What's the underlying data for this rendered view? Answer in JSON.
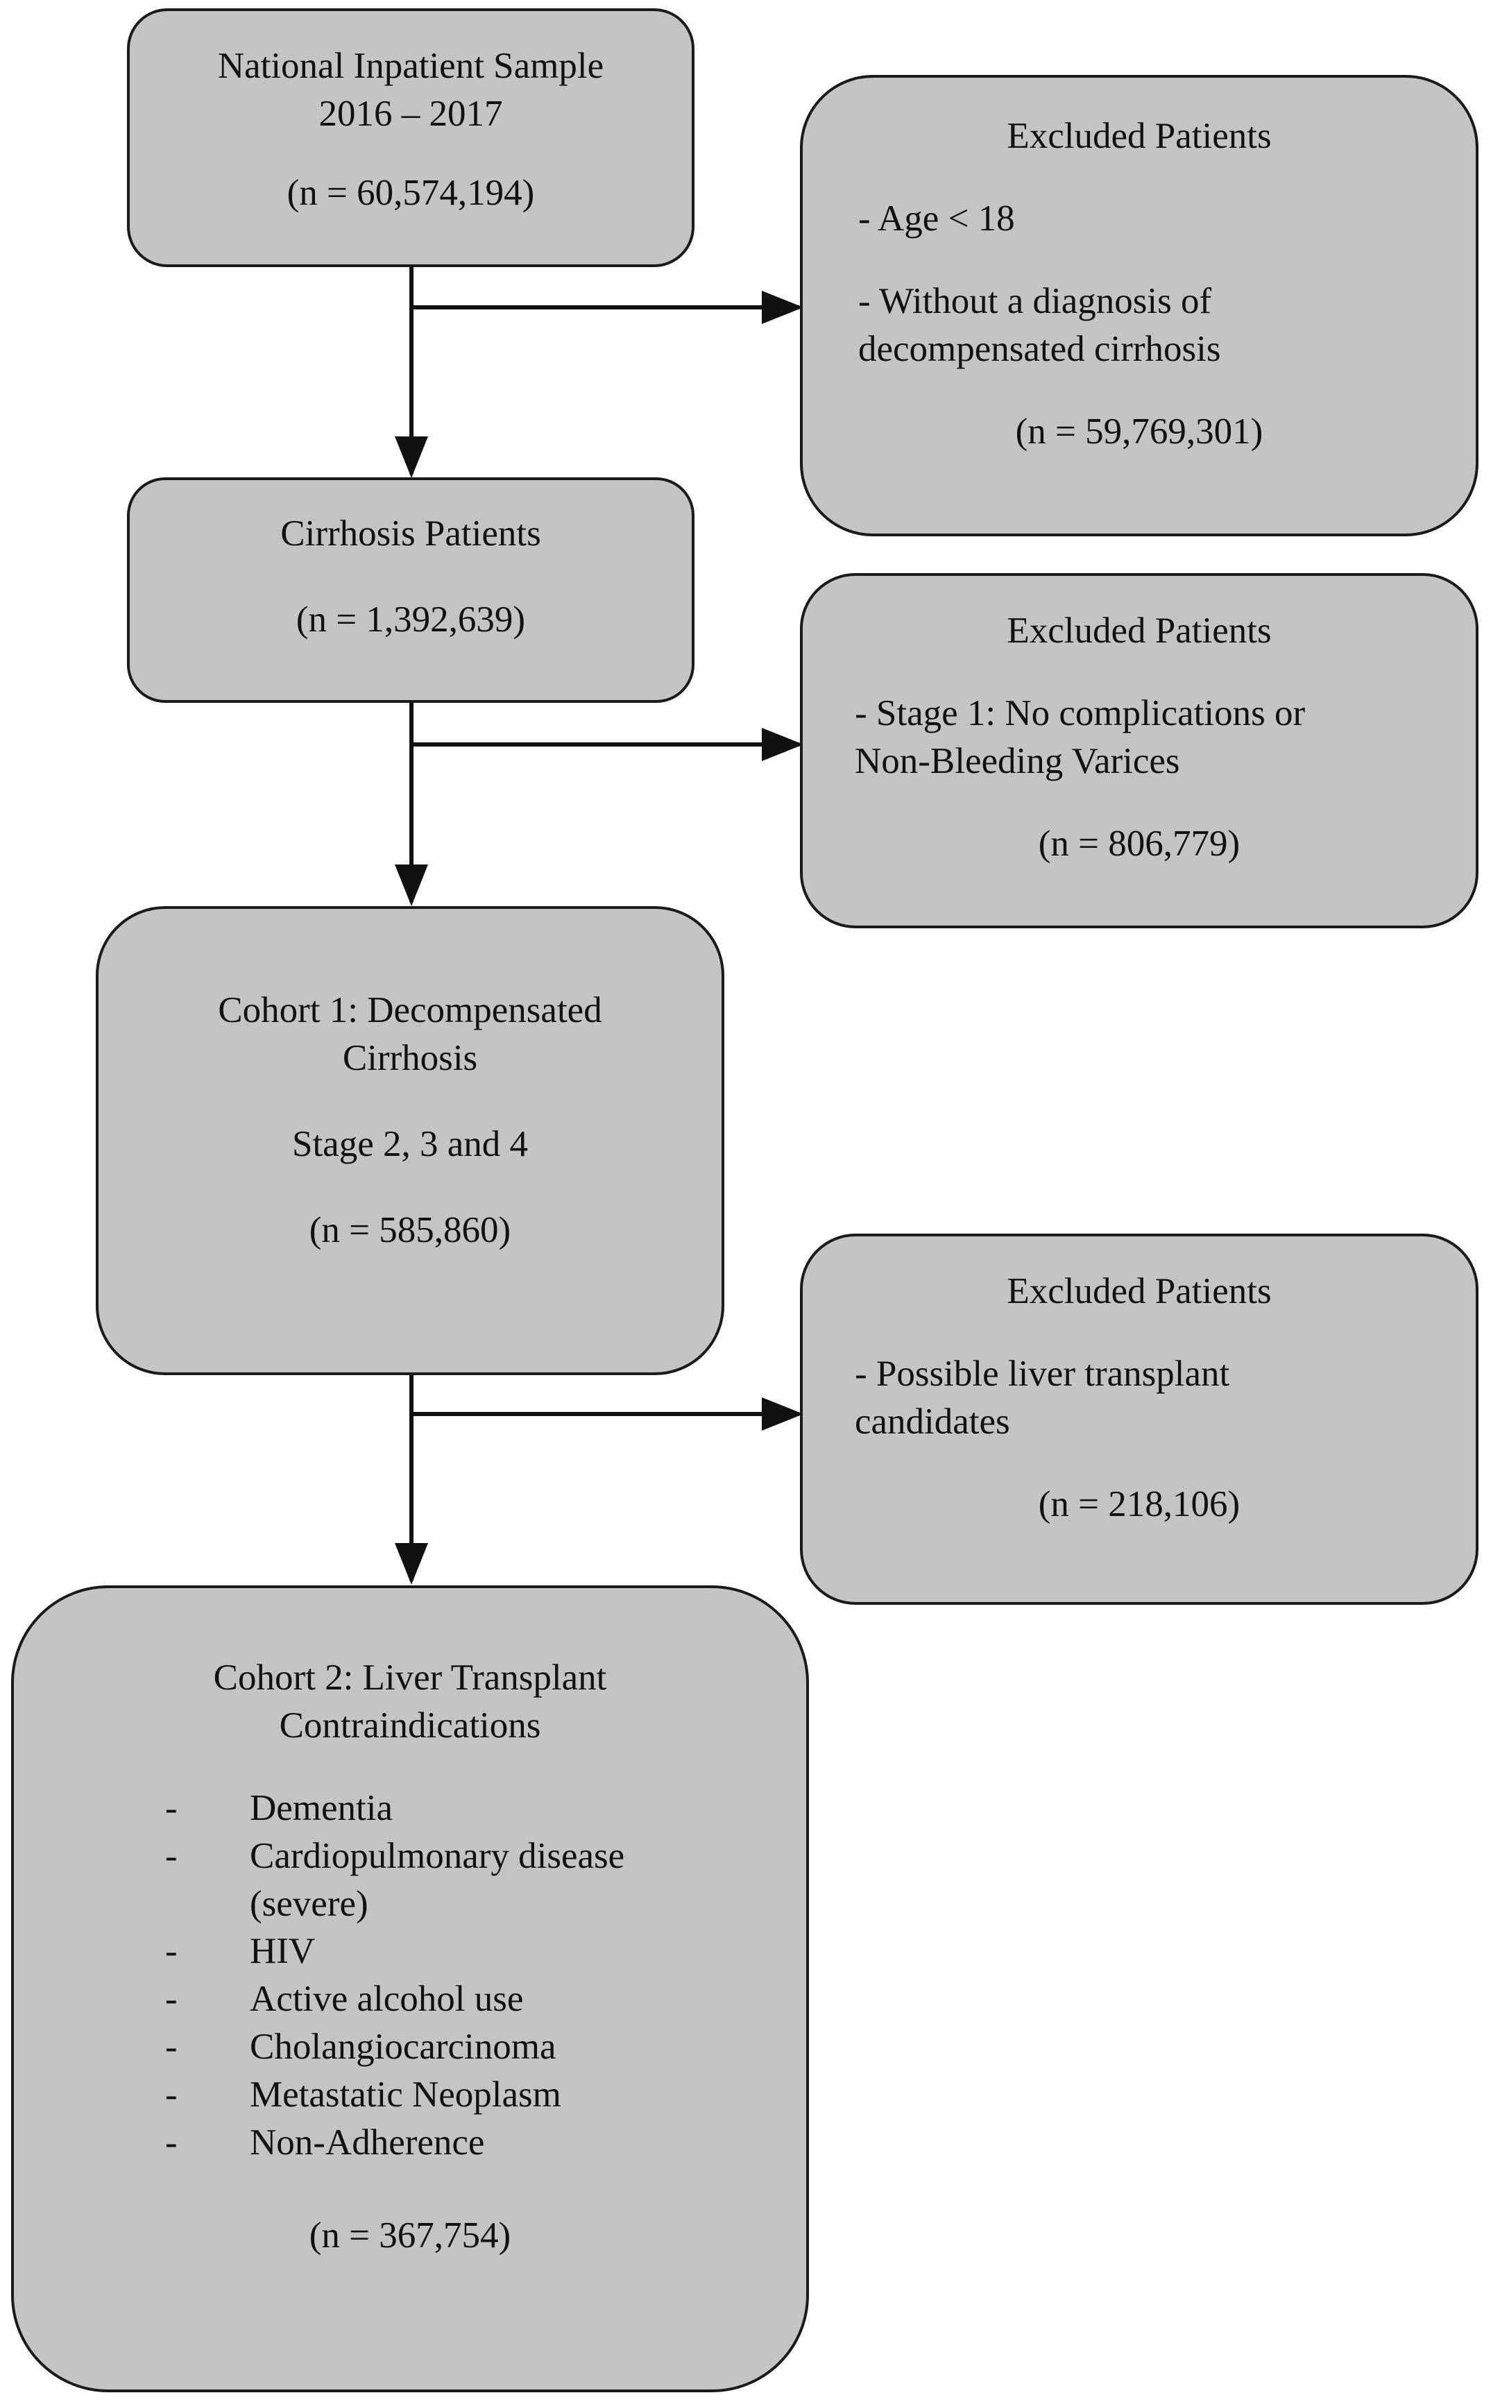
{
  "boxes": {
    "nis": {
      "title_line1": "National Inpatient Sample",
      "title_line2": "2016 – 2017",
      "count": "(n = 60,574,194)"
    },
    "excluded1": {
      "title": "Excluded Patients",
      "item1": "- Age < 18",
      "item2_line1": "- Without a diagnosis of",
      "item2_line2": "decompensated cirrhosis",
      "count": "(n = 59,769,301)"
    },
    "cirrhosis": {
      "title": "Cirrhosis Patients",
      "count": "(n = 1,392,639)"
    },
    "excluded2": {
      "title": "Excluded Patients",
      "item1_line1": "- Stage 1: No complications or",
      "item1_line2": "Non-Bleeding Varices",
      "count": "(n = 806,779)"
    },
    "cohort1": {
      "title_line1": "Cohort 1: Decompensated",
      "title_line2": "Cirrhosis",
      "subtitle": "Stage 2, 3 and 4",
      "count": "(n = 585,860)"
    },
    "excluded3": {
      "title": "Excluded Patients",
      "item1_line1": "- Possible liver transplant",
      "item1_line2": "candidates",
      "count": "(n = 218,106)"
    },
    "cohort2": {
      "title_line1": "Cohort 2: Liver Transplant",
      "title_line2": "Contraindications",
      "bullet": "-",
      "items": [
        "Dementia",
        "Cardiopulmonary disease (severe)",
        "HIV",
        "Active alcohol use",
        "Cholangiocarcinoma",
        "Metastatic Neoplasm",
        "Non-Adherence"
      ],
      "count": "(n = 367,754)"
    }
  }
}
